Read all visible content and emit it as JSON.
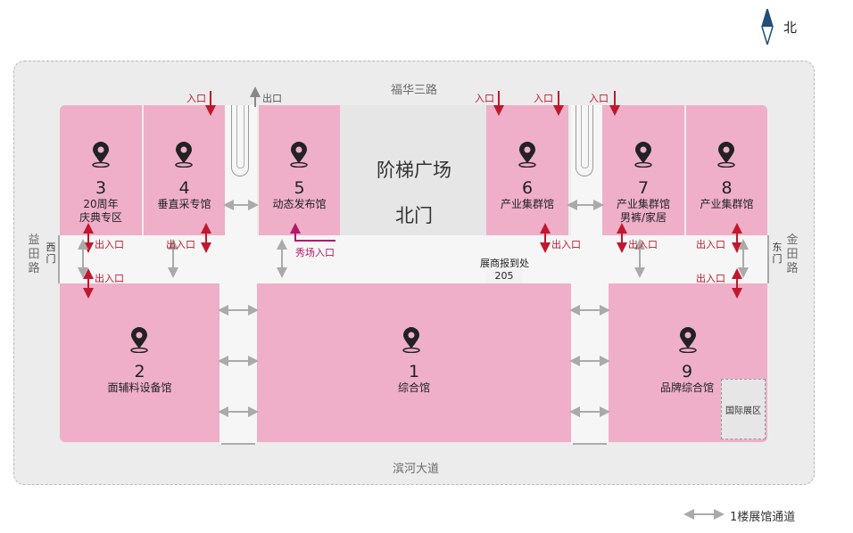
{
  "compass": {
    "label": "北"
  },
  "roads": {
    "north": "福华三路",
    "south": "滨河大道",
    "west": "益田路",
    "east": "金田路"
  },
  "gates": {
    "west": "西门",
    "east": "东门",
    "north": "北门"
  },
  "plaza": {
    "label": "阶梯广场"
  },
  "registration": {
    "label": "展商报到处",
    "room": "205"
  },
  "international_zone": {
    "label": "国际展区"
  },
  "halls": [
    {
      "num": "1",
      "name": "综合馆"
    },
    {
      "num": "2",
      "name": "面辅料设备馆"
    },
    {
      "num": "3",
      "name": "20周年\n庆典专区"
    },
    {
      "num": "4",
      "name": "垂直采专馆"
    },
    {
      "num": "5",
      "name": "动态发布馆"
    },
    {
      "num": "6",
      "name": "产业集群馆"
    },
    {
      "num": "7",
      "name": "产业集群馆\n男裤/家居"
    },
    {
      "num": "8",
      "name": "产业集群馆"
    },
    {
      "num": "9",
      "name": "品牌综合馆"
    }
  ],
  "entrances": {
    "entry": "入口",
    "exit": "出口",
    "entry_exit": "出入口",
    "show_entry": "秀场入口"
  },
  "legend": {
    "label": "1楼展馆通道"
  },
  "colors": {
    "hall": "#efafc8",
    "arrow_red": "#c0182e",
    "arrow_gray": "#aaaaaa",
    "show_entry": "#b5186a"
  }
}
